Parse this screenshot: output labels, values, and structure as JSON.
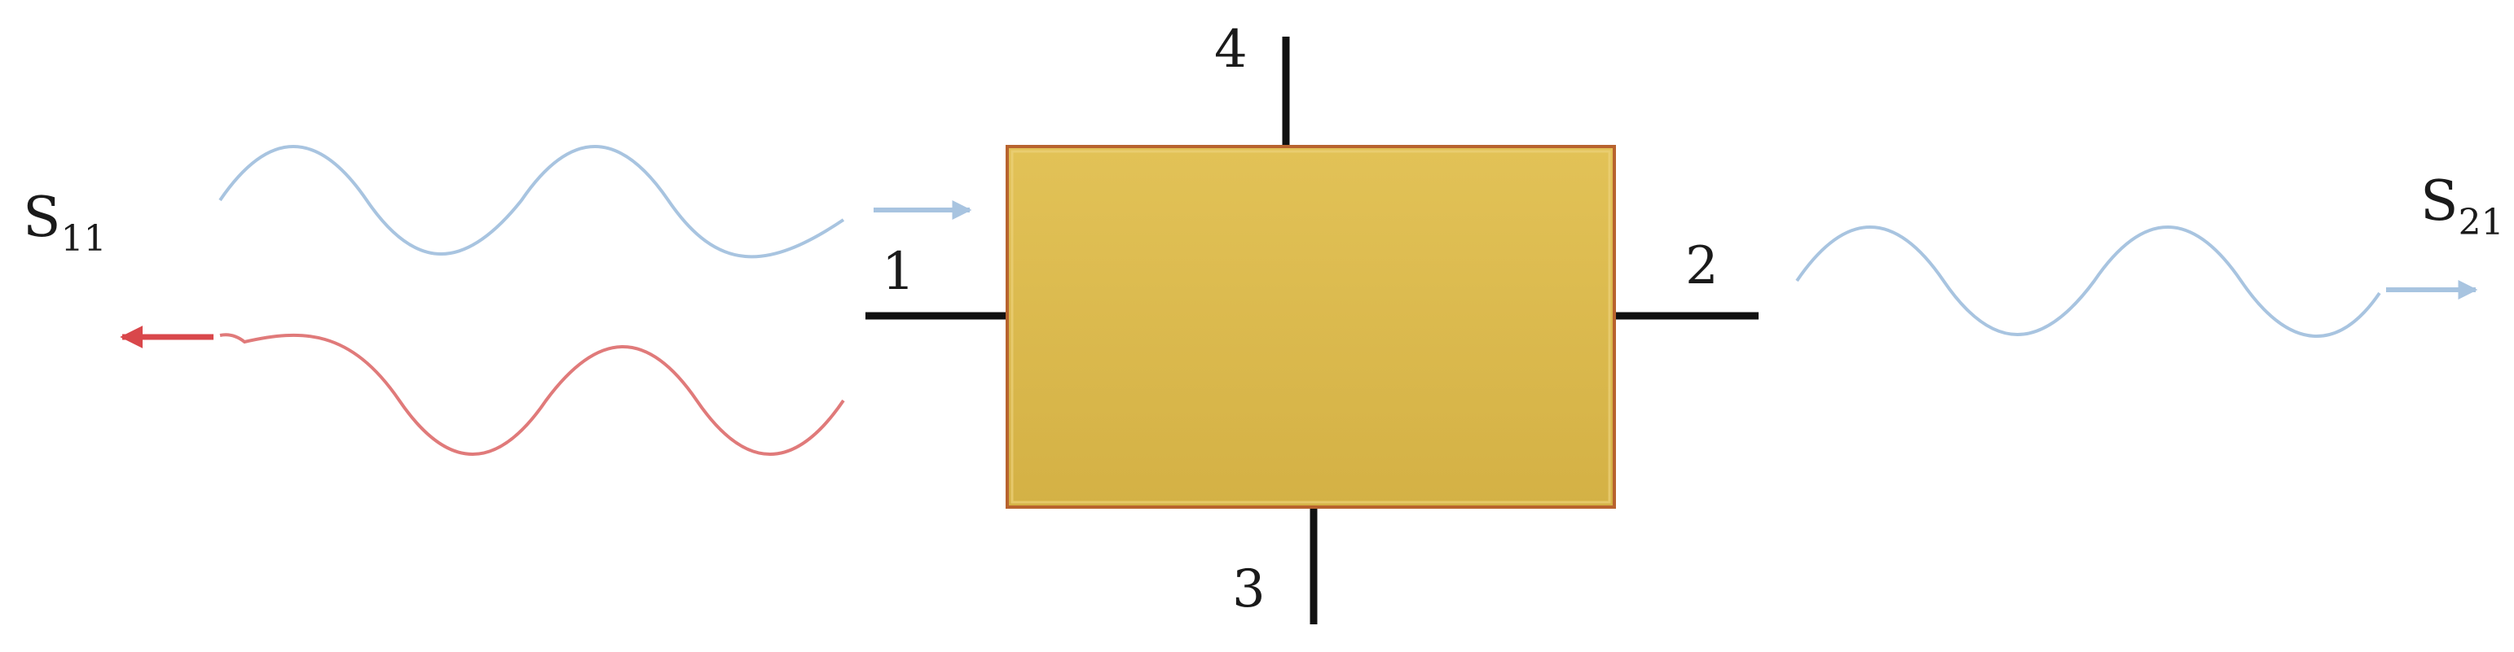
{
  "ports": {
    "port1": "1",
    "port2": "2",
    "port3": "3",
    "port4": "4"
  },
  "s11": {
    "letter": "S",
    "subscript": "11"
  },
  "s21": {
    "letter": "S",
    "subscript": "21"
  },
  "colors": {
    "network_fill": "#d9b84a",
    "network_edge": "#b8632e",
    "port_line": "#111111",
    "incident_wave": "#a8c4e0",
    "reflected_wave": "#e07a7a",
    "reflected_arrow": "#d9474b"
  }
}
